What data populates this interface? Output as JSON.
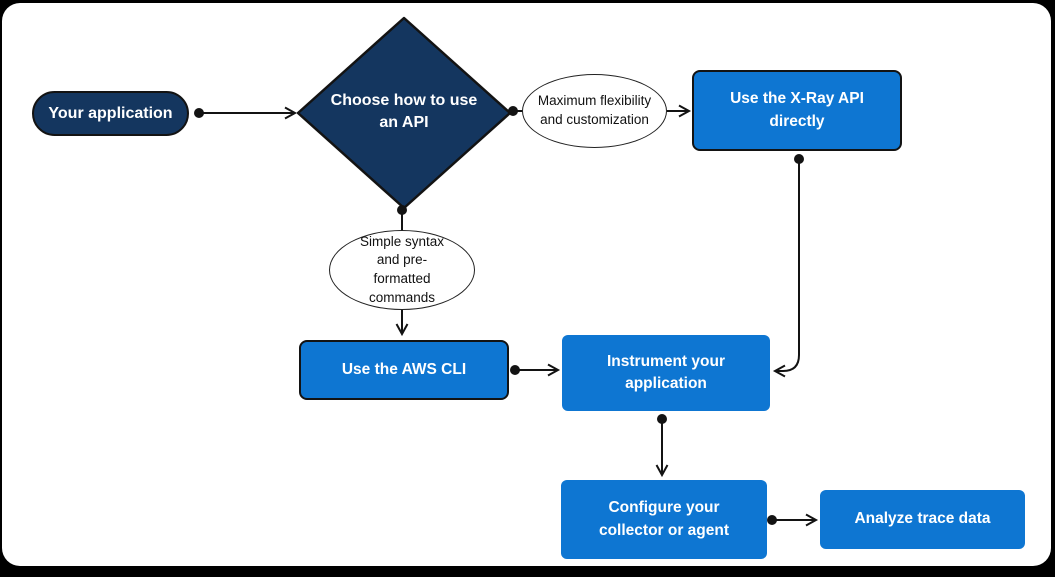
{
  "diagram": {
    "type": "flowchart",
    "colors": {
      "navy": "#14365F",
      "blue": "#0E76D2",
      "line": "#131313",
      "canvas_bg": "#FFFFFF",
      "frame": "#000000"
    },
    "nodes": {
      "your_application": {
        "label": "Your application",
        "shape": "pill"
      },
      "choose_api": {
        "label": "Choose how to use an API",
        "shape": "diamond"
      },
      "max_flexibility": {
        "label": "Maximum flexibility and customization",
        "shape": "ellipse"
      },
      "xray_api": {
        "label": "Use the X-Ray API directly",
        "shape": "rect"
      },
      "simple_syntax": {
        "label": "Simple syntax and pre-formatted commands",
        "shape": "ellipse"
      },
      "aws_cli": {
        "label": "Use the AWS CLI",
        "shape": "rect"
      },
      "instrument": {
        "label": "Instrument your application",
        "shape": "rect"
      },
      "configure": {
        "label": "Configure your collector or agent",
        "shape": "rect"
      },
      "analyze": {
        "label": "Analyze trace data",
        "shape": "rect"
      }
    },
    "edges": [
      {
        "from": "your_application",
        "to": "choose_api"
      },
      {
        "from": "choose_api",
        "to": "max_flexibility"
      },
      {
        "from": "max_flexibility",
        "to": "xray_api"
      },
      {
        "from": "choose_api",
        "to": "simple_syntax"
      },
      {
        "from": "simple_syntax",
        "to": "aws_cli"
      },
      {
        "from": "aws_cli",
        "to": "instrument"
      },
      {
        "from": "xray_api",
        "to": "instrument"
      },
      {
        "from": "instrument",
        "to": "configure"
      },
      {
        "from": "configure",
        "to": "analyze"
      }
    ]
  }
}
